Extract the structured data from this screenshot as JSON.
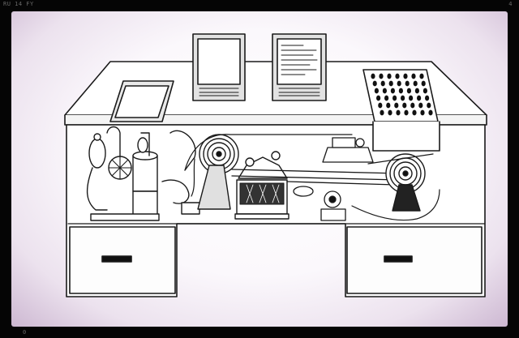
{
  "overlay": {
    "top_left": "RU 14 FY",
    "top_right": "4",
    "bottom_left": "0"
  },
  "image": {
    "ink_color": "#1a1a1a",
    "background_color": "#ffffff",
    "vignette_color": "#cdb8d2"
  }
}
